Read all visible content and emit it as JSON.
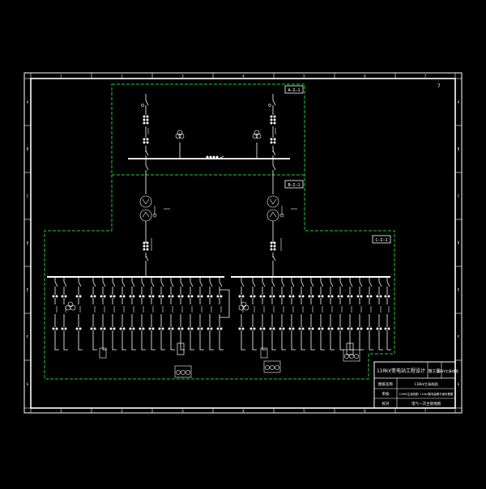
{
  "colors": {
    "background": "#000000",
    "frame": "#ffffff",
    "boundary": "#22cc33",
    "lines": "#ffffff",
    "title_text": "#ffffff"
  },
  "sheet_number": "7",
  "section_labels": [
    "A—I—1",
    "B—I—1",
    "C—I—1"
  ],
  "border_ticks": {
    "top": [
      "1",
      "2",
      "3",
      "4",
      "5",
      "6",
      "7"
    ],
    "bottom": [
      "1",
      "2",
      "3",
      "4",
      "5",
      "6",
      "7"
    ],
    "left": [
      "A",
      "B",
      "C",
      "D",
      "E",
      "F",
      "G"
    ],
    "right": [
      "A",
      "B",
      "C",
      "D",
      "E",
      "F",
      "G"
    ]
  },
  "title_block": {
    "project": "110kV变电站工程设计",
    "stage": "施工图",
    "drawing_no": "11kV主接线图",
    "rows": [
      {
        "label": "图纸名称",
        "value": "110kV主接线图"
      },
      {
        "label": "审核",
        "value": "110kV主接线图 110kV配电装置平面布置图"
      },
      {
        "label": "校对",
        "value": "电气一次主接线图"
      }
    ]
  }
}
